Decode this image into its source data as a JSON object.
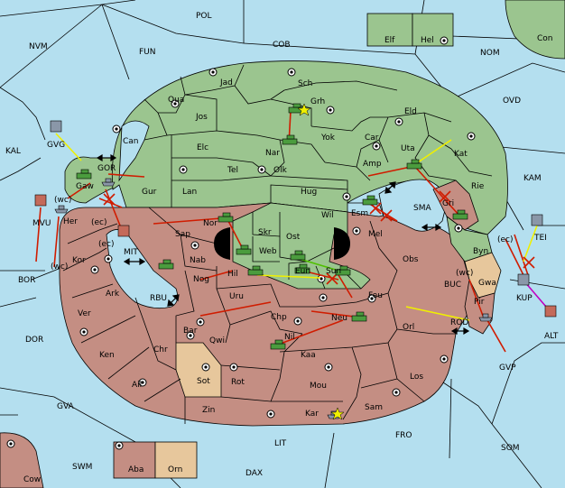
{
  "colors": {
    "sea": "#b4dfef",
    "green_power": "#9bc58f",
    "red_power": "#c48e83",
    "neutral": "#e7c79c",
    "order_red": "#d01c00",
    "order_yellow": "#f0f000",
    "order_green": "#50c000",
    "order_magenta": "#c000c0"
  },
  "labels": {
    "POL": "POL",
    "COB": "COB",
    "Elf": "Elf",
    "Hel": "Hel",
    "Con": "Con",
    "NVM": "NVM",
    "FUN": "FUN",
    "NOM": "NOM",
    "OVD": "OVD",
    "KAL": "KAL",
    "KAM": "KAM",
    "BOR": "BOR",
    "DOR": "DOR",
    "GVA": "GVA",
    "GVP": "GVP",
    "FRO": "FRO",
    "SOM": "SOM",
    "LIT": "LIT",
    "SWM": "SWM",
    "DAX": "DAX",
    "Cow": "Cow",
    "Aba": "Aba",
    "Orn": "Orn",
    "ALT": "ALT",
    "TEI": "TEI",
    "KUP": "KUP",
    "GVG": "GVG",
    "MVU": "MVU",
    "MIT": "MIT",
    "RBU": "RBU",
    "SMA": "SMA",
    "BUC": "BUC",
    "ROD": "ROD",
    "GOR": "GOR",
    "Jad": "Jad",
    "Sch": "Sch",
    "Qua": "Qua",
    "Grh": "Grh",
    "Jos": "Jos",
    "Eld": "Eld",
    "Can": "Can",
    "Yok": "Yok",
    "Car": "Car",
    "Nar": "Nar",
    "Elc": "Elc",
    "Uta": "Uta",
    "Kat": "Kat",
    "Amp": "Amp",
    "Tel": "Tel",
    "Olk": "Olk",
    "Gur": "Gur",
    "Hug": "Hug",
    "Rie": "Rie",
    "Gaw": "Gaw",
    "Lan": "Lan",
    "Esm": "Esm",
    "Gri": "Gri",
    "Wil": "Wil",
    "Sap": "Sap",
    "Nor": "Nor",
    "Skr": "Skr",
    "Ost": "Ost",
    "Web": "Web",
    "Mel": "Mel",
    "Her": "Her",
    "Byn": "Byn",
    "Kor": "Kor",
    "Nab": "Nab",
    "Obs": "Obs",
    "Eun": "Eun",
    "Sun": "Sun",
    "Gwa": "Gwa",
    "Hil": "Hil",
    "Nog": "Nog",
    "Pir": "Pir",
    "Ark": "Ark",
    "Uru": "Uru",
    "Feu": "Feu",
    "Ver": "Ver",
    "Chp": "Chp",
    "Neu": "Neu",
    "Orl": "Orl",
    "Bar": "Bar",
    "Qwi": "Qwi",
    "Nil": "Nil",
    "Ken": "Ken",
    "Chr": "Chr",
    "Kaa": "Kaa",
    "Ail": "Ail",
    "Sot": "Sot",
    "Rot": "Rot",
    "Mou": "Mou",
    "Los": "Los",
    "Zin": "Zin",
    "Sam": "Sam",
    "Kar": "Kar",
    "wc1": "(wc)",
    "ec1": "(ec)",
    "wc2": "(wc)",
    "ec2": "(ec)",
    "wc3": "(wc)",
    "ec3": "(ec)"
  }
}
